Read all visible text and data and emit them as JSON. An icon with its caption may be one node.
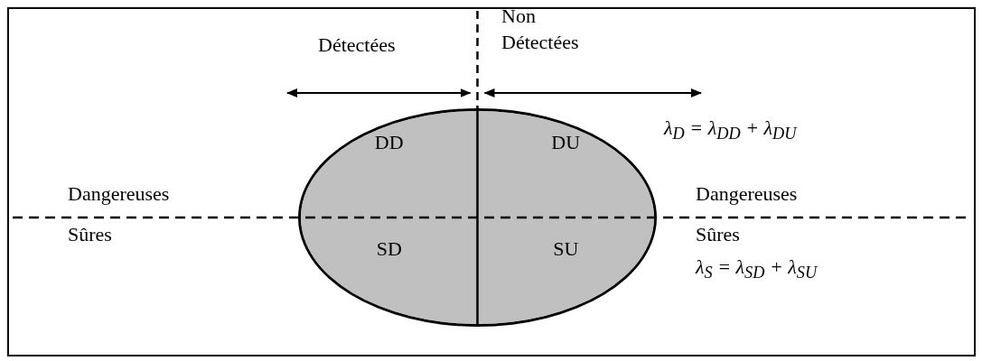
{
  "diagram": {
    "nodes": [
      {
        "text": [],
        "shape": "circle"
      },
      {
        "text": [
          "DD"
        ],
        "in": 0
      },
      {
        "text": [
          "DU"
        ],
        "in": 0
      },
      {
        "text": [
          "SD"
        ],
        "in": 0
      },
      {
        "text": [
          "SU"
        ],
        "in": 0
      }
    ],
    "labels": [
      "Détectées",
      "Non Détectées",
      "λ$_{D}$ = λ$_{DD}$ + λ$_{DU}$",
      "Dangereuses",
      "Dangereuses",
      "Sûres",
      "Sûres",
      "λ$_{S}$ = λ$_{SD}$ + λ$_{SU}$"
    ]
  }
}
